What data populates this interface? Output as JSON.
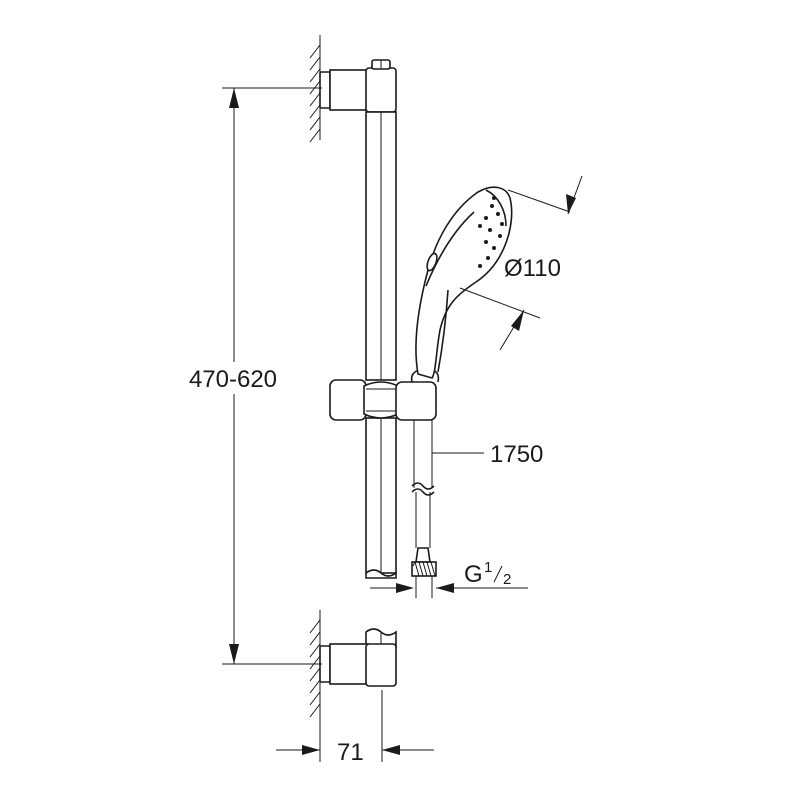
{
  "dimensions": {
    "bar_height": "470-620",
    "handshower_diameter": "Ø110",
    "hose_length": "1750",
    "connection_thread": "G",
    "thread_numerator": "1",
    "thread_denominator": "2",
    "wall_distance": "71"
  }
}
